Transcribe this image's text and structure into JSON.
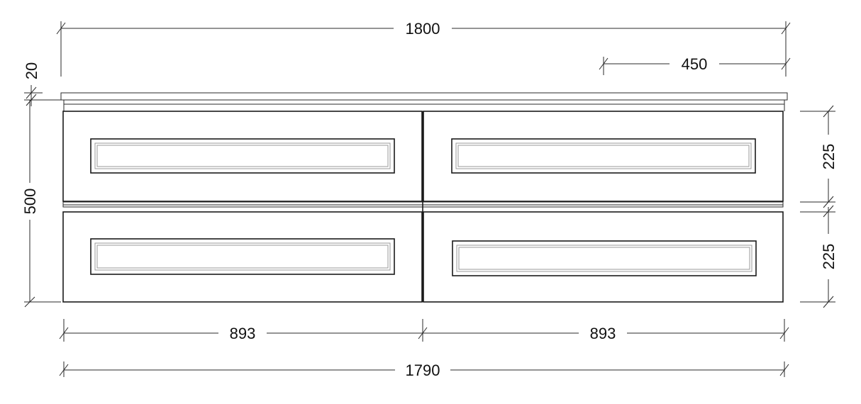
{
  "dimensions": {
    "total_top_width": "1800",
    "drawer_depth_top": "450",
    "top_thickness": "20",
    "total_height": "500",
    "upper_drawer_height": "225",
    "lower_drawer_height": "225",
    "left_drawer_width": "893",
    "right_drawer_width": "893",
    "total_body_width": "1790"
  }
}
